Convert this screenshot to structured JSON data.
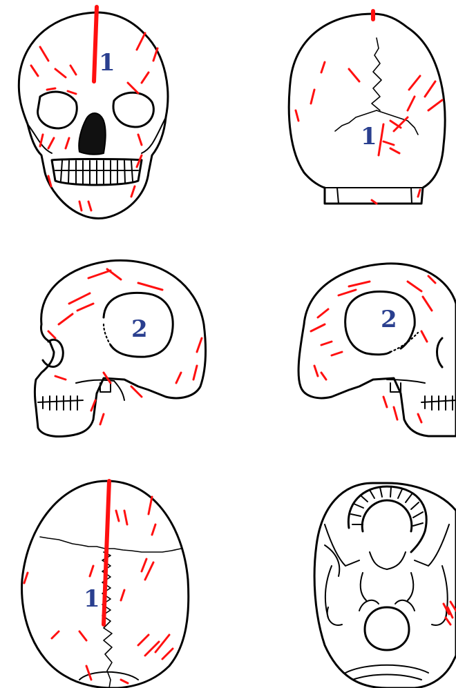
{
  "colors": {
    "marks": "#ff1010",
    "labels": "#2a3f8f",
    "outline": "#000000"
  },
  "views": [
    {
      "id": "anterior",
      "label": "1"
    },
    {
      "id": "posterior",
      "label": "1"
    },
    {
      "id": "lateral-left",
      "label": "2"
    },
    {
      "id": "lateral-right",
      "label": "2"
    },
    {
      "id": "superior",
      "label": "1"
    },
    {
      "id": "inferior",
      "label": ""
    }
  ]
}
